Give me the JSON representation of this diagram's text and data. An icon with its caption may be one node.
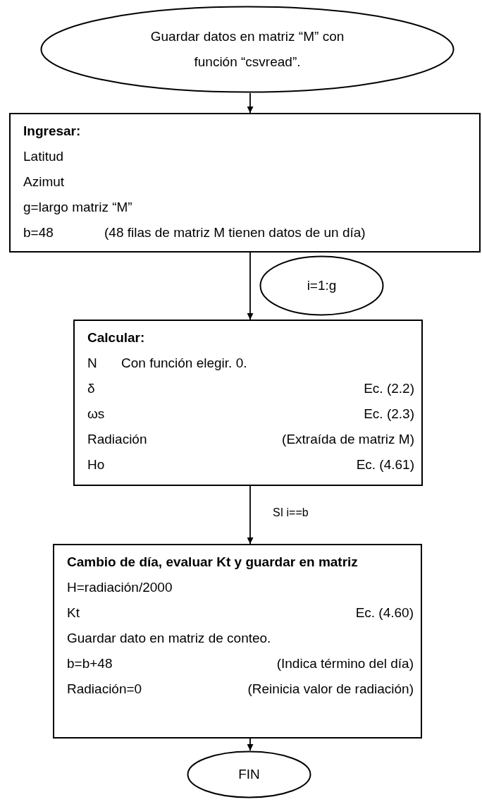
{
  "diagram": {
    "nodes": [
      {
        "text": [
          "Guardar datos en matriz “M” con función “csvread”."
        ]
      },
      {
        "text": [
          "Ingresar:",
          "Latitud",
          "Azimut",
          "g=largo matriz “M”",
          "b=48",
          "(48 filas de matriz M tienen datos de un día)"
        ]
      },
      {
        "text": [
          "i=1:g"
        ]
      },
      {
        "text": [
          "Calcular:",
          "N",
          "Con función elegir. 0.",
          "δ",
          "Ec. (2.2)",
          "ωs",
          "Ec. (2.3)",
          "Radiación",
          "(Extraída de matriz M)",
          "Ho",
          "Ec. (4.61)"
        ]
      },
      {
        "text": [
          "Cambio de día, evaluar Kt y guardar en matriz",
          "H=radiación/2000",
          "Kt",
          "Ec. (4.60)",
          "Guardar dato en matriz de conteo.",
          "b=b+48",
          "(Indica término del día)",
          "Radiación=0",
          "(Reinicia valor de radiación)"
        ]
      },
      {
        "text": [
          "FIN"
        ]
      }
    ],
    "edges": [
      {
        "from": 0,
        "to": 1,
        "arrow": "to"
      },
      {
        "from": 1,
        "to": 3,
        "arrow": "to"
      },
      {
        "from": 3,
        "to": 4,
        "arrow": "to",
        "label": "SI i==b"
      },
      {
        "from": 4,
        "to": 5,
        "arrow": "to"
      }
    ]
  }
}
